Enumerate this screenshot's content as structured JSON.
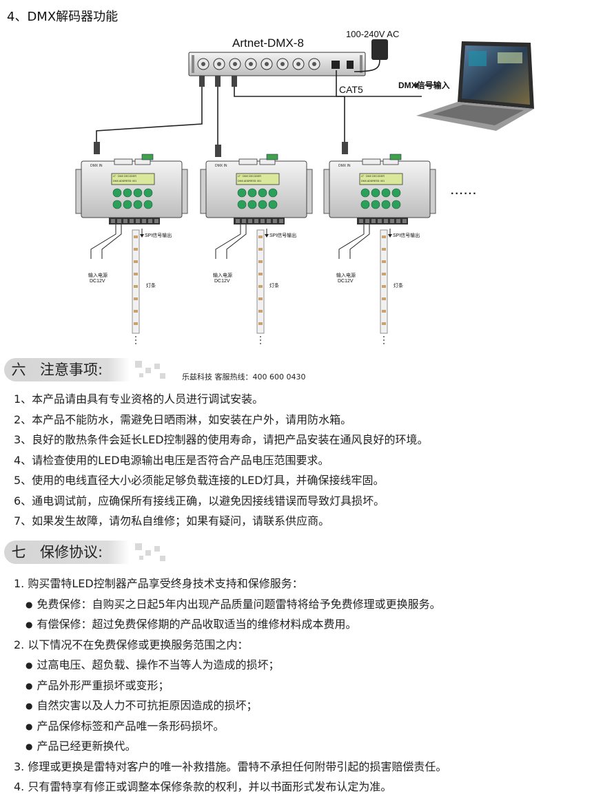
{
  "heading": "4、DMX解码器功能",
  "diagram": {
    "device_name": "Artnet-DMX-8",
    "power_label": "100-240V AC",
    "cat5_label": "CAT5",
    "dmx_input_label": "DMX信号输入",
    "decoder_dmx_in": "DMX IN",
    "decoder_lcd_line1": "LT · DMX DECODER",
    "decoder_lcd_line2": "DMX ADDRESS: 001",
    "spi_output_label": "SPI信号输出",
    "power_input_label": "输入电源",
    "power_voltage_label": "DC12V",
    "strip_label": "灯条",
    "continuation": "......"
  },
  "section6": {
    "number": "六",
    "title": "注意事项:",
    "hotline": "乐兹科技 客服热线：400 600 0430",
    "items": [
      "1、本产品请由具有专业资格的人员进行调试安装。",
      "2、本产品不能防水，需避免日晒雨淋，如安装在户外，请用防水箱。",
      "3、良好的散热条件会延长LED控制器的使用寿命，请把产品安装在通风良好的环境。",
      "4、请检查使用的LED电源输出电压是否符合产品电压范围要求。",
      "5、使用的电线直径大小必须能足够负载连接的LED灯具，并确保接线牢固。",
      "6、通电调试前，应确保所有接线正确，以避免因接线错误而导致灯具损坏。",
      "7、如果发生故障，请勿私自维修；如果有疑问，请联系供应商。"
    ]
  },
  "section7": {
    "number": "七",
    "title": "保修协议:",
    "items": [
      {
        "text": "1. 购买雷特LED控制器产品享受终身技术支持和保修服务：",
        "sub": false
      },
      {
        "text": "免费保修：自购买之日起5年内出现产品质量问题雷特将给予免费修理或更换服务。",
        "sub": true
      },
      {
        "text": "有偿保修：超过免费保修期的产品收取适当的维修材料成本费用。",
        "sub": true
      },
      {
        "text": "2. 以下情况不在免费保修或更换服务范围之内：",
        "sub": false
      },
      {
        "text": "过高电压、超负载、操作不当等人为造成的损坏；",
        "sub": true
      },
      {
        "text": "产品外形严重损坏或变形；",
        "sub": true
      },
      {
        "text": "自然灾害以及人力不可抗拒原因造成的损坏；",
        "sub": true
      },
      {
        "text": "产品保修标签和产品唯一条形码损坏。",
        "sub": true
      },
      {
        "text": "产品已经更新换代。",
        "sub": true
      },
      {
        "text": "3. 修理或更换是雷特对客户的唯一补救措施。雷特不承担任何附带引起的损害赔偿责任。",
        "sub": false
      },
      {
        "text": "4. 只有雷特享有修正或调整本保修条款的权利，并以书面形式发布认定为准。",
        "sub": false
      }
    ]
  }
}
